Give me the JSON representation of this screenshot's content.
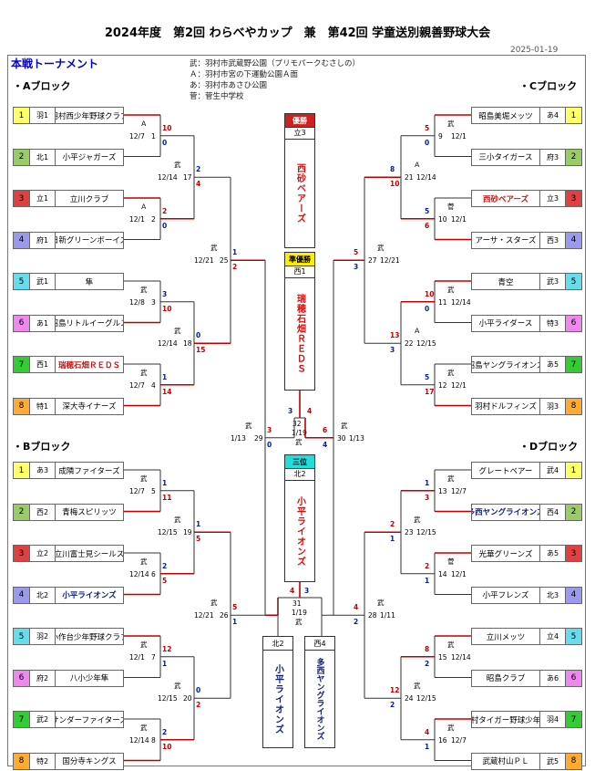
{
  "header": {
    "title": "2024年度　第2回 わらべやカップ　兼　第42回 学童送別親善野球大会",
    "date": "2025-01-19",
    "main_title": "本戦トーナメント"
  },
  "legend": [
    "武：羽村市武蔵野公園（プリモパークむさしの）",
    "Ａ：羽村市宮の下運動公園Ａ面",
    "あ：羽村市あさひ公園",
    "菅：菅生中学校"
  ],
  "blocks": {
    "A": "・Aブロック",
    "B": "・Bブロック",
    "C": "・Cブロック",
    "D": "・Dブロック"
  },
  "teams": {
    "A": [
      {
        "seed": "1",
        "div": "羽1",
        "name": "羽村西少年野球クラブ"
      },
      {
        "seed": "2",
        "div": "北1",
        "name": "小平ジャガーズ"
      },
      {
        "seed": "3",
        "div": "立1",
        "name": "立川クラブ"
      },
      {
        "seed": "4",
        "div": "府1",
        "name": "日新グリーンボーイズ"
      },
      {
        "seed": "5",
        "div": "武1",
        "name": "隼"
      },
      {
        "seed": "6",
        "div": "あ1",
        "name": "昭島リトルイーグルス"
      },
      {
        "seed": "7",
        "div": "西1",
        "name": "瑞穂石畑ＲＥＤＳ"
      },
      {
        "seed": "8",
        "div": "特1",
        "name": "深大寺イナーズ"
      }
    ],
    "B": [
      {
        "seed": "1",
        "div": "あ3",
        "name": "成隣ファイターズ"
      },
      {
        "seed": "2",
        "div": "西2",
        "name": "青梅スピリッツ"
      },
      {
        "seed": "3",
        "div": "立2",
        "name": "立川富士見シールス"
      },
      {
        "seed": "4",
        "div": "北2",
        "name": "小平ライオンズ"
      },
      {
        "seed": "5",
        "div": "羽2",
        "name": "小作台少年野球クラブ"
      },
      {
        "seed": "6",
        "div": "府2",
        "name": "八小少年隼"
      },
      {
        "seed": "7",
        "div": "武2",
        "name": "サンダーファイターズ"
      },
      {
        "seed": "8",
        "div": "特2",
        "name": "国分寺キングス"
      }
    ],
    "C": [
      {
        "seed": "1",
        "div": "あ4",
        "name": "昭島美堀メッツ"
      },
      {
        "seed": "2",
        "div": "府3",
        "name": "三小タイガース"
      },
      {
        "seed": "3",
        "div": "立3",
        "name": "西砂ベアーズ"
      },
      {
        "seed": "4",
        "div": "西3",
        "name": "アーサ・スターズ"
      },
      {
        "seed": "5",
        "div": "武3",
        "name": "青空"
      },
      {
        "seed": "6",
        "div": "特3",
        "name": "小平ライダース"
      },
      {
        "seed": "7",
        "div": "あ5",
        "name": "昭島ヤングライオンズ"
      },
      {
        "seed": "8",
        "div": "羽3",
        "name": "羽村ドルフィンズ"
      }
    ],
    "D": [
      {
        "seed": "1",
        "div": "武4",
        "name": "グレートベアー"
      },
      {
        "seed": "2",
        "div": "西4",
        "name": "多西ヤングライオンズ"
      },
      {
        "seed": "3",
        "div": "あ5",
        "name": "光華グリーンズ"
      },
      {
        "seed": "4",
        "div": "北3",
        "name": "小平フレンズ"
      },
      {
        "seed": "5",
        "div": "立4",
        "name": "立川メッツ"
      },
      {
        "seed": "6",
        "div": "あ6",
        "name": "昭島クラブ"
      },
      {
        "seed": "7",
        "div": "羽4",
        "name": "羽村タイガー野球少年団"
      },
      {
        "seed": "8",
        "div": "武5",
        "name": "武蔵村山ＰＬ"
      }
    ]
  },
  "matches": {
    "A": [
      {
        "no": "1",
        "venue": "Ａ",
        "date": "12/7",
        "top": "10",
        "bot": "0"
      },
      {
        "no": "2",
        "venue": "Ａ",
        "date": "12/1",
        "top": "2",
        "bot": "0"
      },
      {
        "no": "3",
        "venue": "武",
        "date": "12/8",
        "top": "3",
        "bot": "10"
      },
      {
        "no": "4",
        "venue": "武",
        "date": "12/7",
        "top": "1",
        "bot": "14"
      },
      {
        "no": "17",
        "venue": "武",
        "date": "12/14",
        "top": "2",
        "bot": "4"
      },
      {
        "no": "18",
        "venue": "武",
        "date": "12/14",
        "top": "0",
        "bot": "15"
      },
      {
        "no": "25",
        "venue": "武",
        "date": "12/21",
        "top": "1",
        "bot": "2"
      }
    ],
    "B": [
      {
        "no": "5",
        "venue": "武",
        "date": "12/7",
        "top": "1",
        "bot": "11"
      },
      {
        "no": "6",
        "venue": "武",
        "date": "12/14",
        "top": "2",
        "bot": "5"
      },
      {
        "no": "7",
        "venue": "武",
        "date": "12/1",
        "top": "12",
        "bot": "1"
      },
      {
        "no": "8",
        "venue": "武",
        "date": "12/14",
        "top": "2",
        "bot": "10"
      },
      {
        "no": "19",
        "venue": "武",
        "date": "12/15",
        "top": "1",
        "bot": "5"
      },
      {
        "no": "20",
        "venue": "武",
        "date": "12/15",
        "top": "0",
        "bot": "2"
      },
      {
        "no": "26",
        "venue": "武",
        "date": "12/21",
        "top": "5",
        "bot": "1"
      }
    ],
    "C": [
      {
        "no": "9",
        "venue": "武",
        "date": "12/1",
        "top": "5",
        "bot": "0"
      },
      {
        "no": "10",
        "venue": "菅",
        "date": "12/1",
        "top": "5",
        "bot": "6"
      },
      {
        "no": "11",
        "venue": "武",
        "date": "12/14",
        "top": "10",
        "bot": "0"
      },
      {
        "no": "12",
        "venue": "武",
        "date": "12/1",
        "top": "5",
        "bot": "17"
      },
      {
        "no": "21",
        "venue": "Ａ",
        "date": "12/14",
        "top": "8",
        "bot": "10"
      },
      {
        "no": "22",
        "venue": "Ａ",
        "date": "12/15",
        "top": "13",
        "bot": "3"
      },
      {
        "no": "27",
        "venue": "武",
        "date": "12/21",
        "top": "5",
        "bot": "3"
      }
    ],
    "D": [
      {
        "no": "13",
        "venue": "武",
        "date": "12/7",
        "top": "1",
        "bot": "3"
      },
      {
        "no": "14",
        "venue": "菅",
        "date": "12/1",
        "top": "2",
        "bot": "1"
      },
      {
        "no": "15",
        "venue": "武",
        "date": "12/14",
        "top": "8",
        "bot": "2"
      },
      {
        "no": "16",
        "venue": "武",
        "date": "12/7",
        "top": "4",
        "bot": "1"
      },
      {
        "no": "23",
        "venue": "武",
        "date": "12/15",
        "top": "2",
        "bot": "1"
      },
      {
        "no": "24",
        "venue": "武",
        "date": "12/15",
        "top": "12",
        "bot": "2"
      },
      {
        "no": "28",
        "venue": "武",
        "date": "1/11",
        "top": "4",
        "bot": "2"
      }
    ]
  },
  "semis": [
    {
      "no": "29",
      "venue": "武",
      "date": "1/13",
      "top": "3",
      "bot": "0"
    },
    {
      "no": "30",
      "venue": "武",
      "date": "1/13",
      "top": "6",
      "bot": "4"
    }
  ],
  "final": {
    "no": "32",
    "venue": "武",
    "date": "1/19",
    "left": "3",
    "right": "4"
  },
  "third": {
    "no": "31",
    "venue": "武",
    "date": "1/19",
    "left": "4",
    "right": "3"
  },
  "results": {
    "champion": {
      "label": "優勝",
      "div": "立3",
      "name": "西砂ベアーズ"
    },
    "runner_up": {
      "label": "準優勝",
      "div": "西1",
      "name": "瑞穂石畑ＲＥＤＳ"
    },
    "third": {
      "label": "三位",
      "div": "北2",
      "name": "小平ライオンズ"
    },
    "fourth_left": {
      "div": "北2",
      "name": "小平ライオンズ"
    },
    "fourth_right": {
      "div": "西4",
      "name": "多西ヤングライオンズ"
    }
  }
}
